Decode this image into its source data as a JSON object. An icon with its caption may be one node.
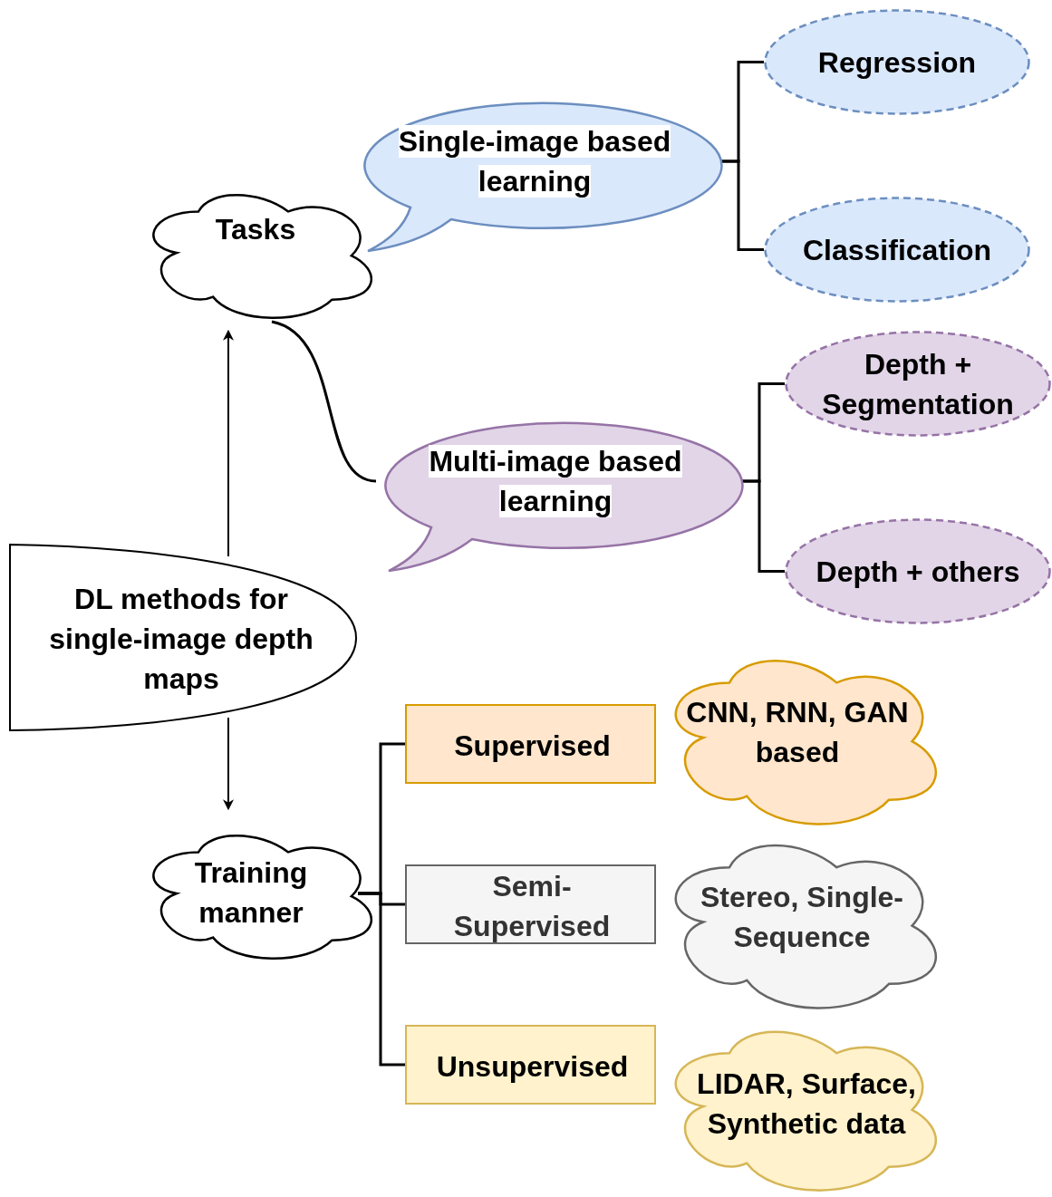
{
  "diagram": {
    "nodes": [
      {
        "text": [
          "DL methods for single-image depth maps"
        ]
      },
      {
        "text": [
          "Tasks"
        ]
      },
      {
        "text": [
          "Single-image based learning"
        ]
      },
      {
        "text": [
          "Multi-image based learning"
        ]
      },
      {
        "text": [
          "Regression"
        ]
      },
      {
        "text": [
          "Classification"
        ]
      },
      {
        "text": [
          "Depth + Segmentation"
        ]
      },
      {
        "text": [
          "Depth + others"
        ]
      },
      {
        "text": [
          "Training manner"
        ]
      },
      {
        "text": [
          "Supervised"
        ]
      },
      {
        "text": [
          "Semi-Supervised"
        ]
      },
      {
        "text": [
          "Unsupervised"
        ]
      },
      {
        "text": [
          "CNN, RNN, GAN based"
        ]
      },
      {
        "text": [
          "Stereo, Single-Sequence"
        ]
      },
      {
        "text": [
          "LIDAR, Surface, Synthetic data"
        ]
      }
    ],
    "edges": [
      {
        "from": 0,
        "to": 1,
        "arrow": "to"
      },
      {
        "from": 0,
        "to": 8,
        "arrow": "to"
      },
      {
        "from": 1,
        "to": 3,
        "arrow": "none"
      },
      {
        "from": 2,
        "to": 4,
        "arrow": "none"
      },
      {
        "from": 2,
        "to": 5,
        "arrow": "none"
      },
      {
        "from": 3,
        "to": 6,
        "arrow": "none"
      },
      {
        "from": 3,
        "to": 7,
        "arrow": "none"
      },
      {
        "from": 8,
        "to": 9,
        "arrow": "none"
      },
      {
        "from": 8,
        "to": 10,
        "arrow": "none"
      },
      {
        "from": 8,
        "to": 11,
        "arrow": "none"
      }
    ]
  }
}
